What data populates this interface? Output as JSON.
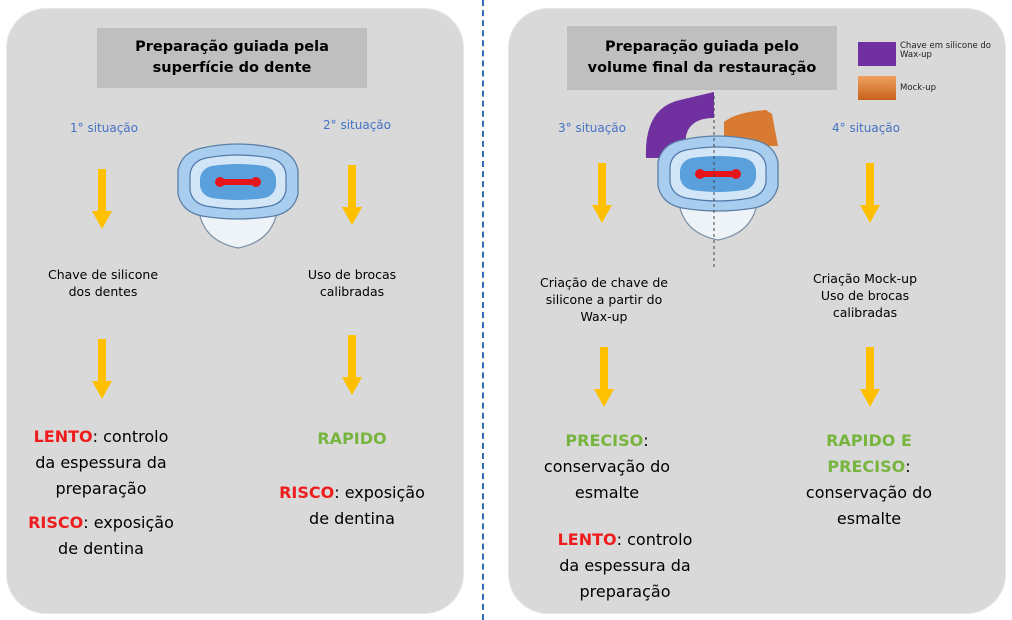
{
  "colors": {
    "panel": "#d9d9d9",
    "title_box": "#bfbfbf",
    "arrow": "#ffc000",
    "red": "#ee1c1c",
    "green": "#77b53f",
    "blue": "#4472c4",
    "purple": "#7030a0",
    "orange": "#d97a32"
  },
  "left": {
    "title_line1": "Preparação guiada pela",
    "title_line2": "superfície do dente",
    "col1": {
      "situation": "1° situação",
      "step_line1": "Chave de silicone",
      "step_line2": "dos dentes",
      "result1_keyword": "LENTO",
      "result1_rest": ": controlo",
      "result1_line2": "da espessura da",
      "result1_line3": "preparação",
      "result2_keyword": "RISCO",
      "result2_rest": ": exposição",
      "result2_line2": "de dentina"
    },
    "col2": {
      "situation": "2° situação",
      "step_line1": "Uso de brocas",
      "step_line2": "calibradas",
      "result1_keyword": "RAPIDO",
      "result2_keyword": "RISCO",
      "result2_rest": ": exposição",
      "result2_line2": "de dentina"
    }
  },
  "right": {
    "title_line1": "Preparação guiada pelo",
    "title_line2": "volume final da restauração",
    "legend": {
      "item1": "Chave em silicone do Wax-up",
      "item2": "Mock-up"
    },
    "col3": {
      "situation": "3° situação",
      "step_line1": "Criação de chave de",
      "step_line2": "silicone a partir do",
      "step_line3": "Wax-up",
      "result1_keyword": "PRECISO",
      "result1_rest": ":",
      "result1_line2": "conservação do",
      "result1_line3": "esmalte",
      "result2_keyword": "LENTO",
      "result2_rest": ": controlo",
      "result2_line2": "da espessura da",
      "result2_line3": "preparação"
    },
    "col4": {
      "situation": "4° situação",
      "step_line1": "Criação Mock-up",
      "step_line2": "Uso de brocas",
      "step_line3": "calibradas",
      "result1_line1": "RAPIDO E",
      "result1_keyword2": "PRECISO",
      "result1_rest": ":",
      "result1_line2": "conservação do",
      "result1_line3": "esmalte"
    }
  }
}
